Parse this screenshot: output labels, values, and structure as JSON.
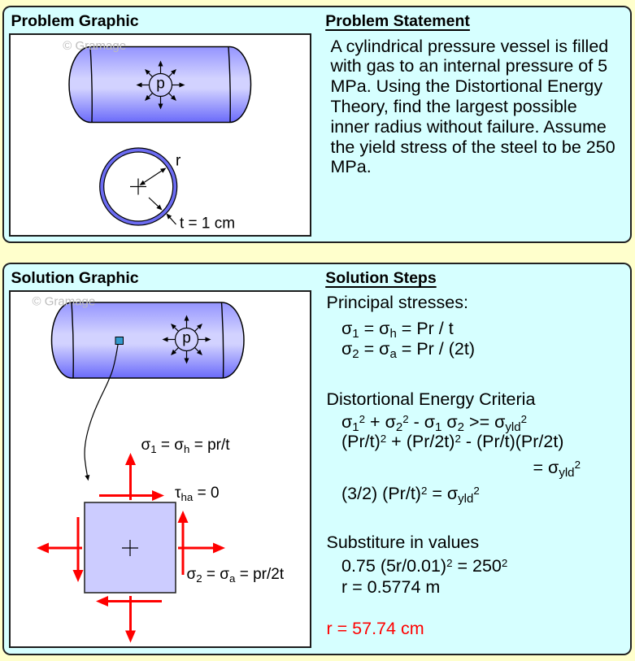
{
  "colors": {
    "page_background": "#FFFFCC",
    "panel_background": "#D6FFFF",
    "panel_border": "#222222",
    "vessel_top": "#9494FF",
    "vessel_highlight": "#D2D2FF",
    "vessel_bottom": "#6A6AFA",
    "ring": "#6C6CF2",
    "stress_element": "#CCCCFF",
    "stress_arrow": "#FF0000",
    "sample_point": "#3399CC",
    "answer_text": "#FF0000",
    "watermark": "#BDBDBD"
  },
  "problem": {
    "graphic_title": "Problem Graphic",
    "statement_title": "Problem Statement",
    "statement_lines": [
      "A cylindrical pressure vessel is filled",
      "with gas to an internal pressure of 5",
      "MPa. Using the Distortional Energy",
      "Theory, find the largest possible",
      "inner radius without failure. Assume",
      "the yield stress of the steel to be 250",
      "MPa."
    ],
    "graphic": {
      "watermark": "© Gramage",
      "pressure_label": "p",
      "radius_label": "r",
      "thickness_label": "t = 1 cm"
    }
  },
  "solution": {
    "graphic_title": "Solution Graphic",
    "steps_title": "Solution Steps",
    "graphic": {
      "watermark": "© Gramage",
      "pressure_label": "p",
      "hoop_stress_label": [
        "σ",
        {
          "sub": "1"
        },
        " = σ",
        {
          "sub": "h"
        },
        " = pr/t"
      ],
      "shear_stress_label": [
        "τ",
        {
          "sub": "ha"
        },
        " = 0"
      ],
      "axial_stress_label": [
        "σ",
        {
          "sub": "2"
        },
        " = σ",
        {
          "sub": "a"
        },
        " = pr/2t"
      ]
    },
    "steps": {
      "principal_stresses": {
        "heading": "Principal stresses:",
        "equations": [
          [
            "σ",
            {
              "sub": "1"
            },
            " = σ",
            {
              "sub": "h"
            },
            " = Pr / t"
          ],
          [
            "σ",
            {
              "sub": "2"
            },
            " = σ",
            {
              "sub": "a"
            },
            " = Pr / (2t)"
          ]
        ]
      },
      "distortional_energy": {
        "heading": "Distortional Energy Criteria",
        "equations": [
          [
            "σ",
            {
              "sub": "1"
            },
            {
              "sup": "2"
            },
            " + σ",
            {
              "sub": "2"
            },
            {
              "sup": "2"
            },
            " - σ",
            {
              "sub": "1"
            },
            " σ",
            {
              "sub": "2"
            },
            " >= σ",
            {
              "sub": "yld"
            },
            {
              "sup": "2"
            }
          ],
          [
            "(Pr/t)",
            {
              "sup": "2"
            },
            " + (Pr/2t)",
            {
              "sup": "2"
            },
            " - (Pr/t)(Pr/2t)"
          ],
          [
            "= σ",
            {
              "sub": "yld"
            },
            {
              "sup": "2"
            }
          ],
          [
            "(3/2) (Pr/t)",
            {
              "sup": "2"
            },
            " = σ",
            {
              "sub": "yld"
            },
            {
              "sup": "2"
            }
          ]
        ]
      },
      "substitution": {
        "heading": "Substiture in values",
        "equations": [
          [
            "0.75 (5r/0.01)",
            {
              "sup": "2"
            },
            " = 250",
            {
              "sup": "2"
            }
          ],
          [
            "r = 0.5774 m"
          ]
        ]
      },
      "final_answer": "r = 57.74 cm"
    }
  }
}
